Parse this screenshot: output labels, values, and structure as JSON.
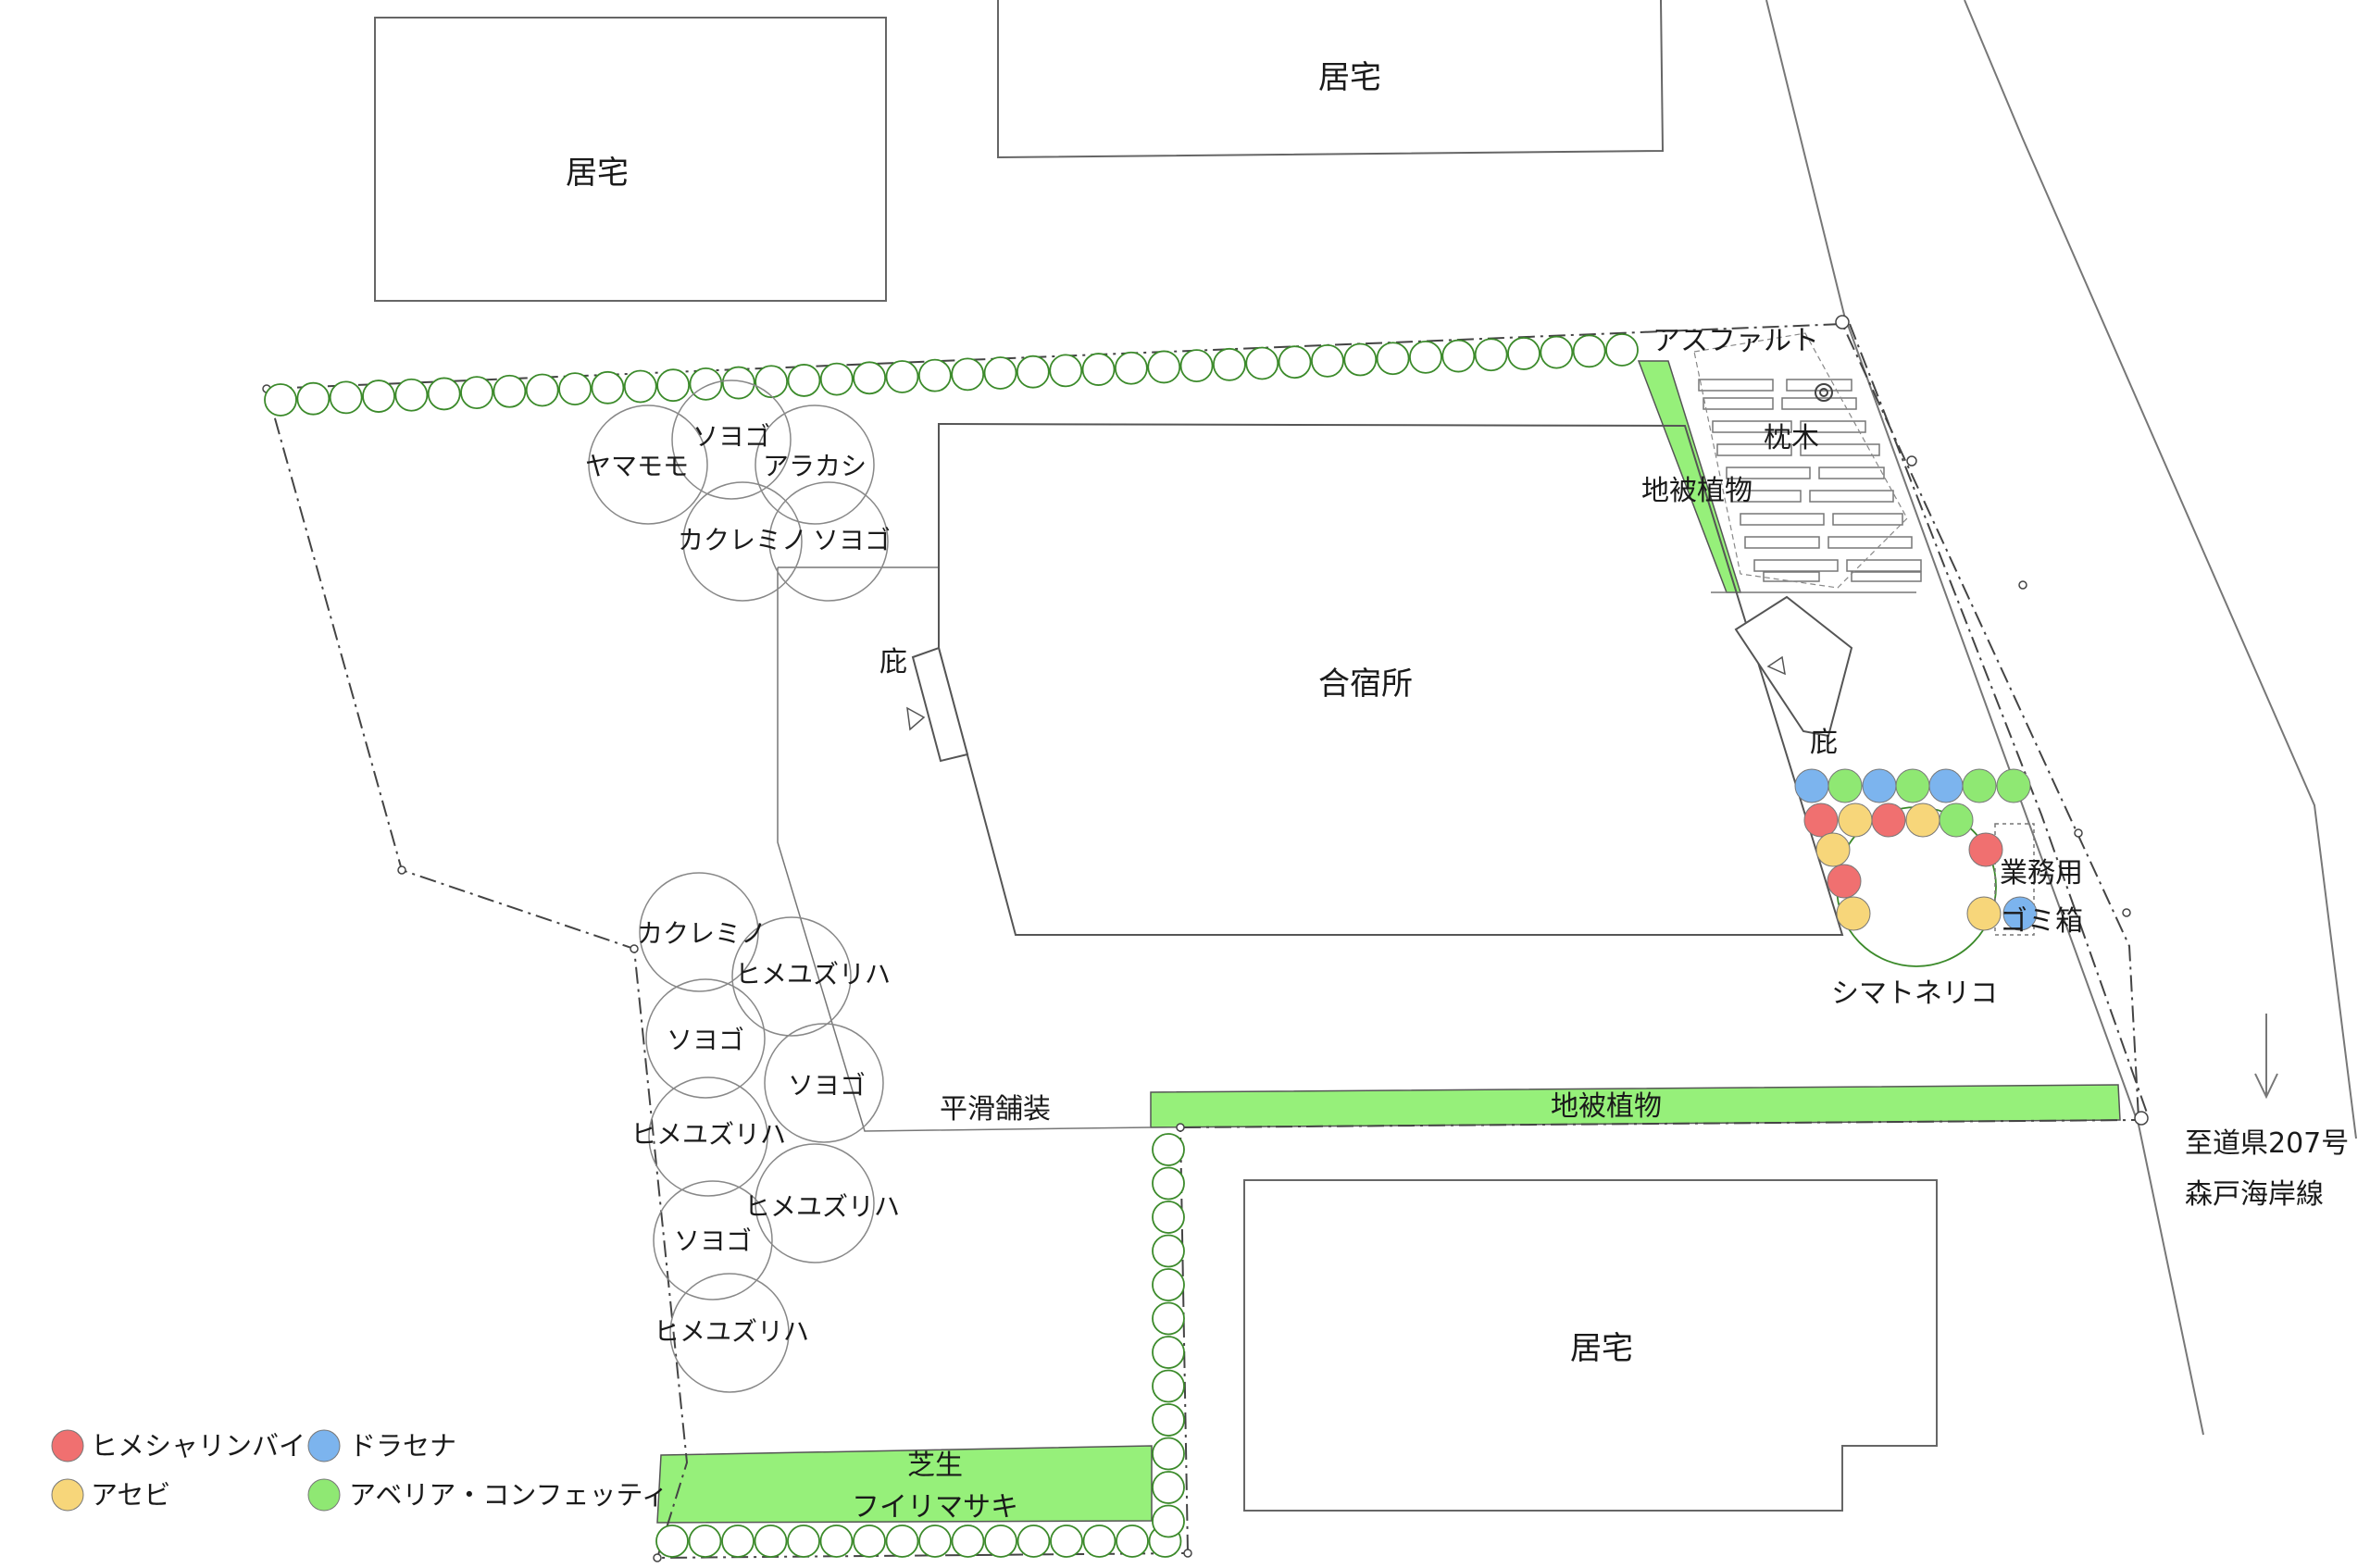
{
  "buildings": {
    "house_top_left": "居宅",
    "house_top_center": "居宅",
    "house_bottom_right": "居宅",
    "lodge": "合宿所"
  },
  "labels": {
    "asphalt": "アスファルト",
    "sleepers": "枕木",
    "ground_cover_top": "地被植物",
    "ground_cover_bottom": "地被植物",
    "canopy_left": "庇",
    "canopy_right": "庇",
    "smooth_paving": "平滑舗装",
    "bin_line1": "業務用",
    "bin_line2": "ゴミ箱",
    "shimatoneriko": "シマトネリコ",
    "lawn_line1": "芝生",
    "lawn_line2": "フイリマサキ",
    "road_line1": "至道県207号",
    "road_line2": "森戸海岸線"
  },
  "trees": {
    "t1": "ヤマモモ",
    "t2": "ソヨゴ",
    "t3": "アラカシ",
    "t4": "カクレミノ",
    "t5": "ソヨゴ",
    "t6": "カクレミノ",
    "t7": "ヒメユズリハ",
    "t8": "ソヨゴ",
    "t9": "ソヨゴ",
    "t10": "ヒメユズリハ",
    "t11": "ヒメユズリハ",
    "t12": "ソヨゴ",
    "t13": "ヒメユズリハ"
  },
  "legend": {
    "red": {
      "label": "ヒメシャリンバイ",
      "color": "#f07070"
    },
    "yellow": {
      "label": "アセビ",
      "color": "#f7d67a"
    },
    "blue": {
      "label": "ドラセナ",
      "color": "#7cb4ee"
    },
    "green": {
      "label": "アベリア・コンフェッティ",
      "color": "#8fe873"
    }
  },
  "colors": {
    "ground_cover": "#96f07a",
    "hedge_stroke": "#3b8a2a",
    "line": "#555555"
  }
}
